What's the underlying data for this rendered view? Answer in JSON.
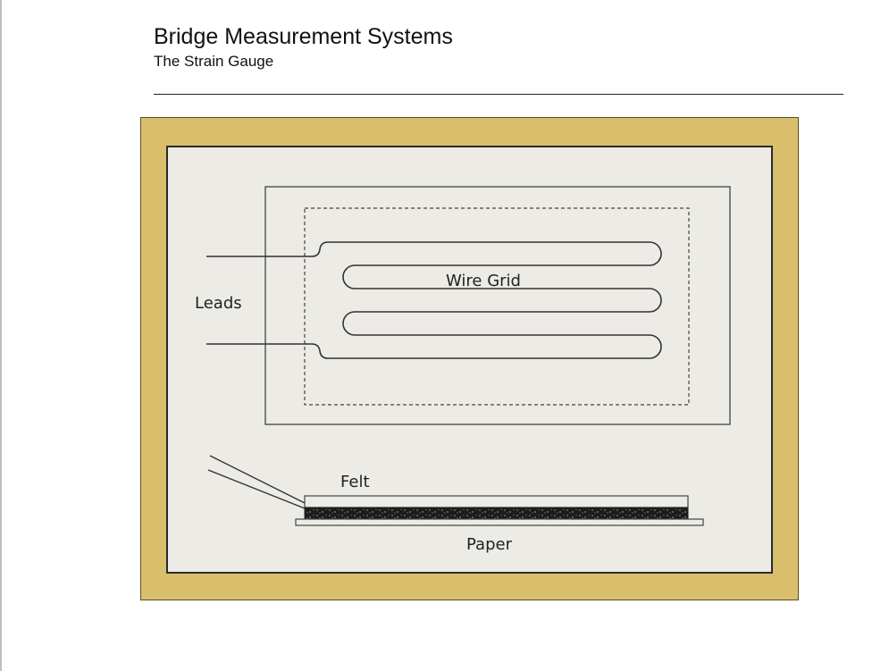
{
  "header": {
    "title": "Bridge Measurement Systems",
    "subtitle": "The Strain Gauge"
  },
  "diagram": {
    "labels": {
      "leads": "Leads",
      "wire_grid": "Wire Grid",
      "felt": "Felt",
      "paper": "Paper"
    },
    "colors": {
      "frame": "#d9bf6c",
      "panel": "#ecebe5",
      "line": "#333333",
      "felt_fill": "#1c1c1c"
    }
  }
}
